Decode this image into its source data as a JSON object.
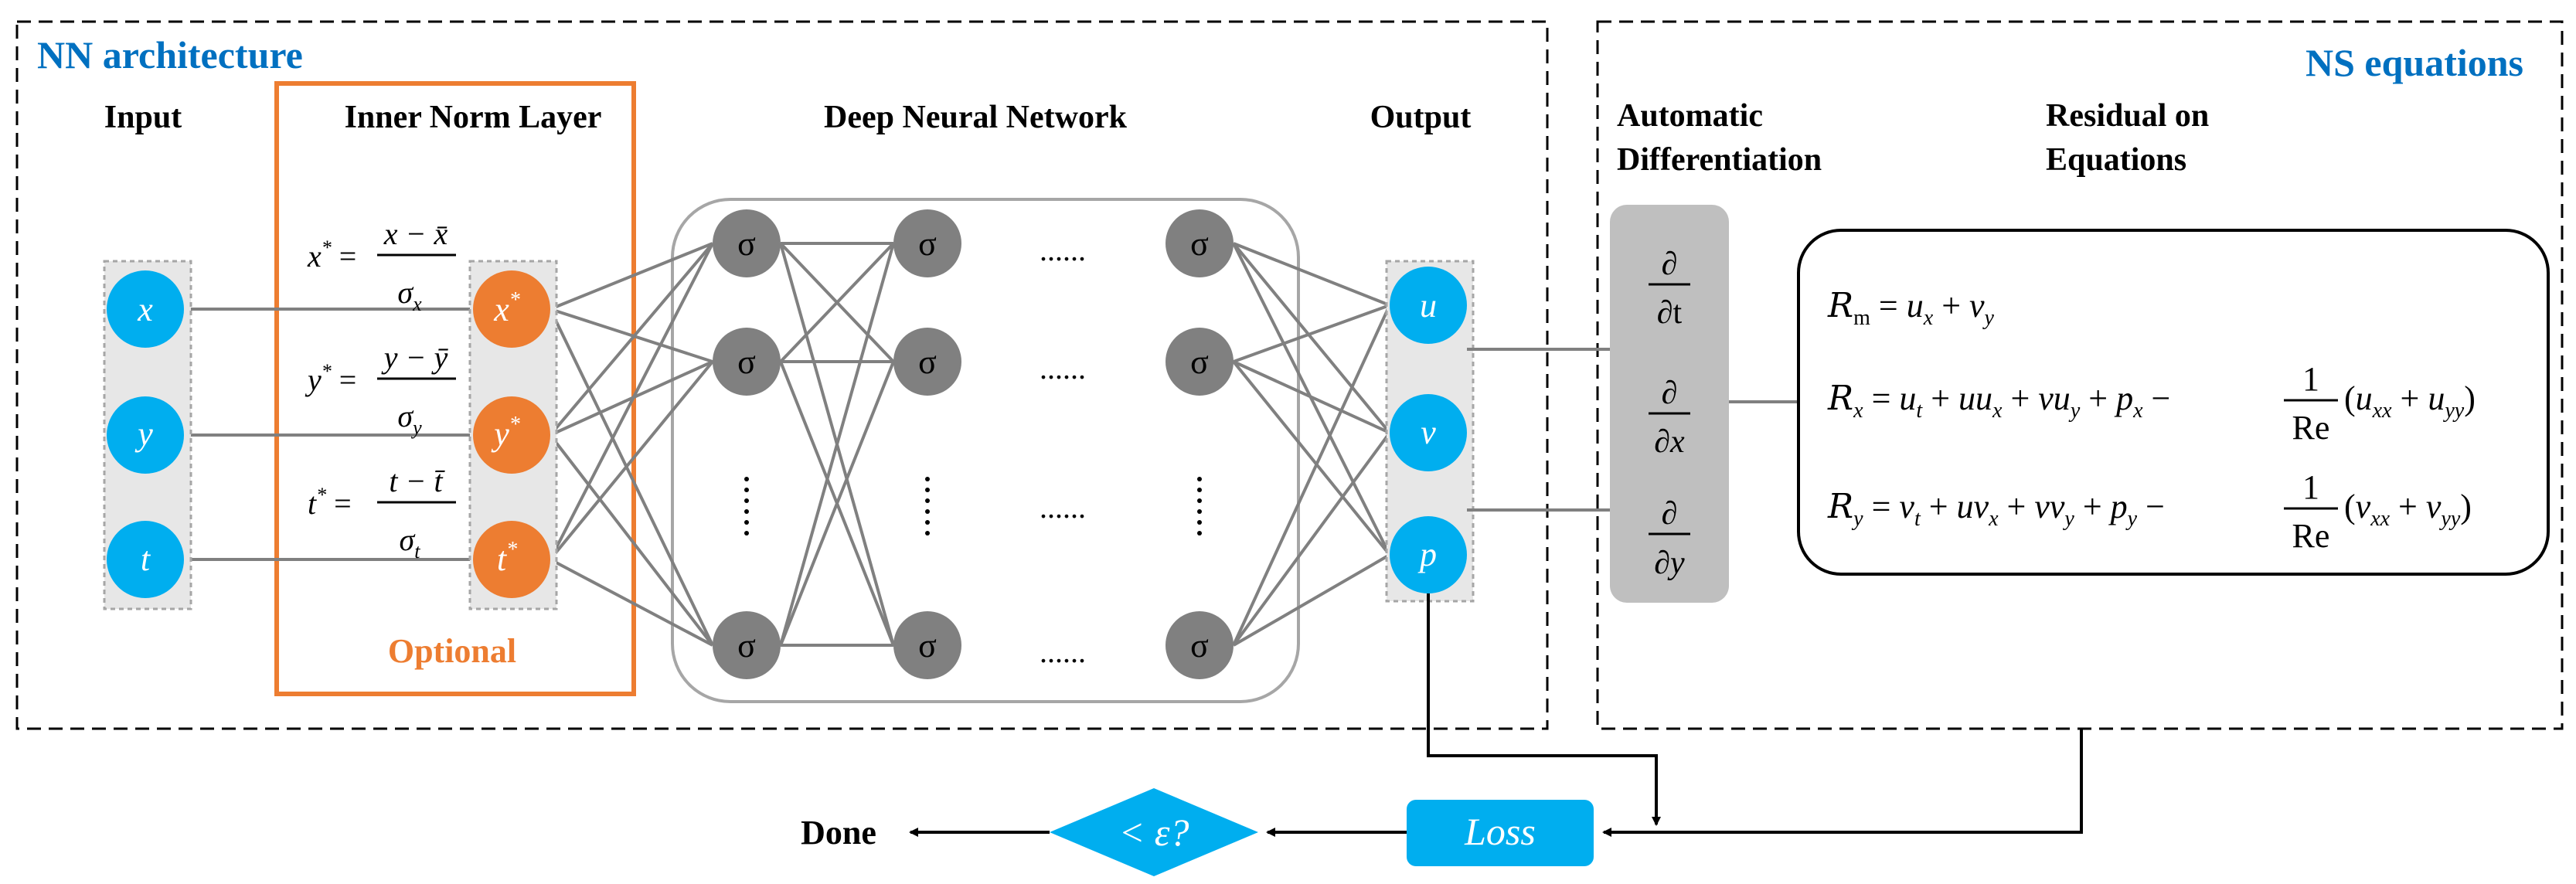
{
  "nn_panel": {
    "title": "NN architecture",
    "input_header": "Input",
    "inner_norm_header": "Inner Norm Layer",
    "dnn_header": "Deep Neural Network",
    "output_header": "Output",
    "optional_label": "Optional"
  },
  "ns_panel": {
    "title": "NS equations",
    "ad_header_line1": "Automatic",
    "ad_header_line2": "Differentiation",
    "residual_header_line1": "Residual on",
    "residual_header_line2": "Equations"
  },
  "inputs": [
    "x",
    "y",
    "t"
  ],
  "norm_nodes": [
    "x",
    "y",
    "t"
  ],
  "norm_sup": "*",
  "norm_formulas": [
    {
      "lhs": "x",
      "num": "x − x̄",
      "den": "σ",
      "den_sub": "x"
    },
    {
      "lhs": "y",
      "num": "y − ȳ",
      "den": "σ",
      "den_sub": "y"
    },
    {
      "lhs": "t",
      "num": "t − t̄",
      "den": "σ",
      "den_sub": "t"
    }
  ],
  "sigma_symbol": "σ",
  "hdots": "......",
  "outputs": [
    "u",
    "v",
    "p"
  ],
  "derivatives": [
    {
      "num": "∂",
      "den": "∂t"
    },
    {
      "num": "∂",
      "den": "∂x"
    },
    {
      "num": "∂",
      "den": "∂y"
    }
  ],
  "residuals": {
    "rm_sym": "R",
    "rm_sub": "m",
    "rm_rhs": "= u",
    "rx_sym": "R",
    "rx_sub": "x",
    "ry_sym": "R",
    "ry_sub": "y",
    "frac_num": "1",
    "frac_den": "Re"
  },
  "bottom": {
    "loss_label": "Loss",
    "decision_label": "< ε?",
    "done_label": "Done"
  },
  "colors": {
    "blue": "#00aeef",
    "orange": "#ed7d31",
    "grey_node": "#808080",
    "ad_box": "#bfbfbf",
    "title_blue": "#0070c0"
  }
}
